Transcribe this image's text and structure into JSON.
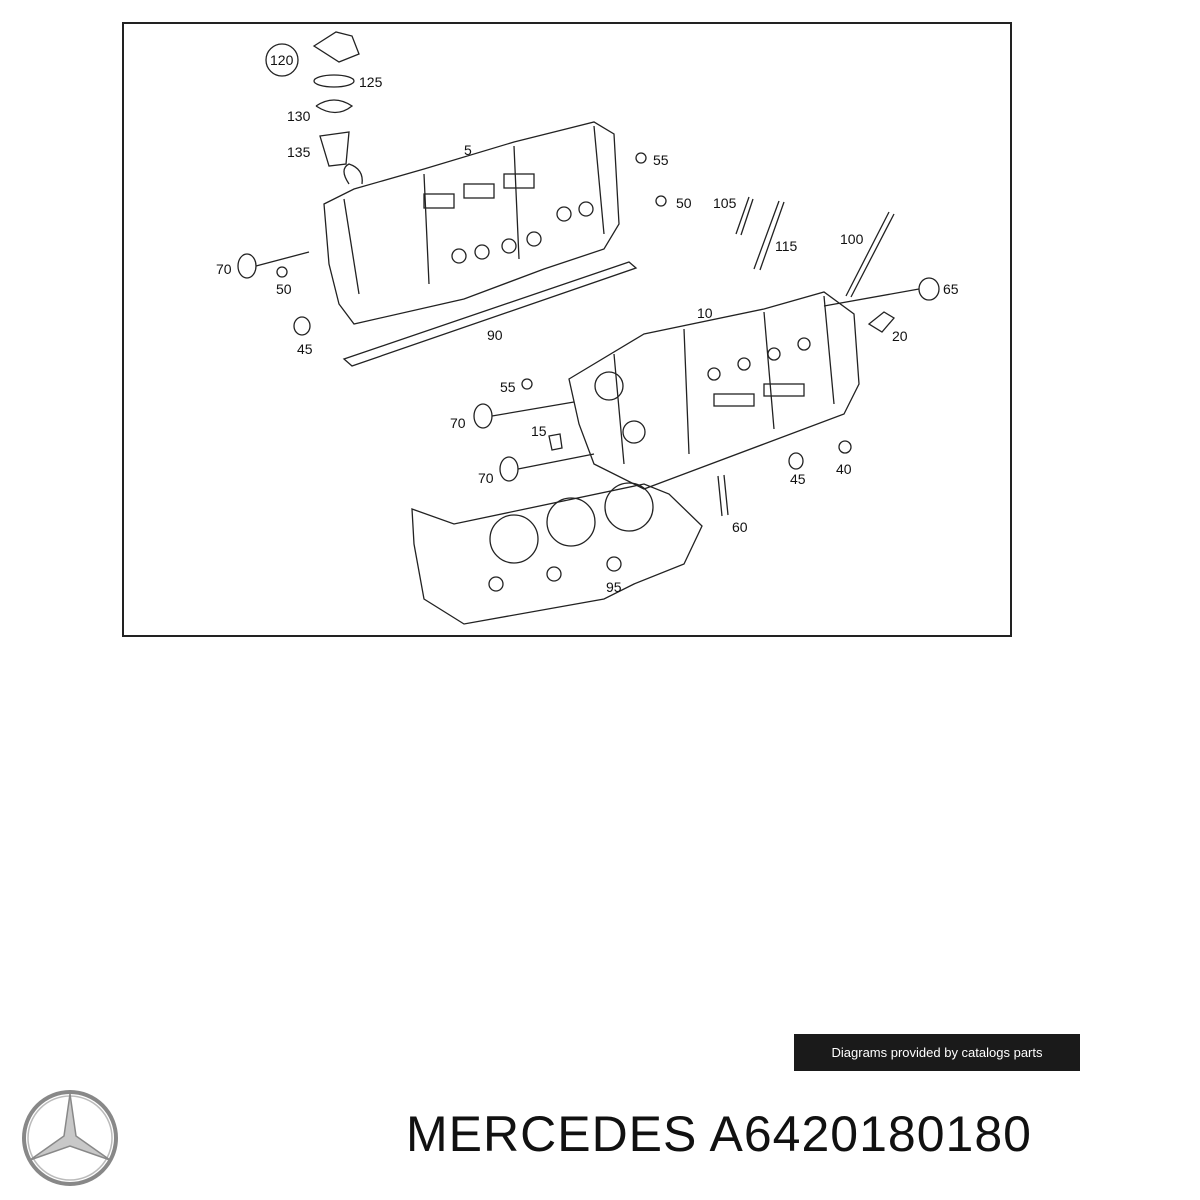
{
  "diagram": {
    "callouts": [
      {
        "id": "c120",
        "label": "120"
      },
      {
        "id": "c125",
        "label": "125"
      },
      {
        "id": "c130",
        "label": "130"
      },
      {
        "id": "c135",
        "label": "135"
      },
      {
        "id": "c5",
        "label": "5"
      },
      {
        "id": "c55a",
        "label": "55"
      },
      {
        "id": "c50a",
        "label": "50"
      },
      {
        "id": "c105",
        "label": "105"
      },
      {
        "id": "c115",
        "label": "115"
      },
      {
        "id": "c100",
        "label": "100"
      },
      {
        "id": "c65",
        "label": "65"
      },
      {
        "id": "c70a",
        "label": "70"
      },
      {
        "id": "c50b",
        "label": "50"
      },
      {
        "id": "c45a",
        "label": "45"
      },
      {
        "id": "c90",
        "label": "90"
      },
      {
        "id": "c10",
        "label": "10"
      },
      {
        "id": "c20",
        "label": "20"
      },
      {
        "id": "c55b",
        "label": "55"
      },
      {
        "id": "c70b",
        "label": "70"
      },
      {
        "id": "c15",
        "label": "15"
      },
      {
        "id": "c70c",
        "label": "70"
      },
      {
        "id": "c45b",
        "label": "45"
      },
      {
        "id": "c40",
        "label": "40"
      },
      {
        "id": "c60",
        "label": "60"
      },
      {
        "id": "c95",
        "label": "95"
      }
    ]
  },
  "credit_text": "Diagrams provided by catalogs parts",
  "brand": "MERCEDES",
  "part_number": "A6420180180",
  "logo_icon": "mercedes-star-icon"
}
